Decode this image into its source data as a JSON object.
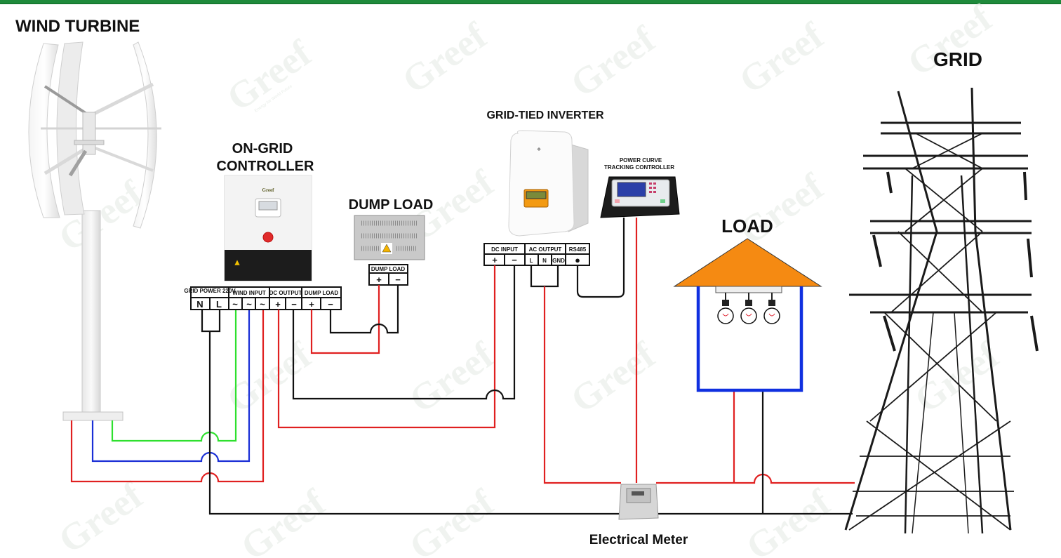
{
  "header": {
    "accent_color": "#1f8a3b"
  },
  "labels": {
    "wind_turbine": "WIND TURBINE",
    "grid": "GRID",
    "on_grid_controller_line1": "ON-GRID",
    "on_grid_controller_line2": "CONTROLLER",
    "dump_load": "DUMP LOAD",
    "grid_tied_inverter": "GRID-TIED INVERTER",
    "power_curve_line1": "POWER CURVE",
    "power_curve_line2": "TRACKING CONTROLLER",
    "load": "LOAD",
    "electrical_meter": "Electrical Meter"
  },
  "watermark": {
    "text": "Greef",
    "tagline": "Energy for World Future"
  },
  "controller_terminals": {
    "groups": [
      {
        "label": "GRID POWER 220V",
        "terminals": [
          "N",
          "L"
        ]
      },
      {
        "label": "WIND INPUT",
        "terminals": [
          "~",
          "~",
          "~"
        ]
      },
      {
        "label": "DC OUTPUT",
        "terminals": [
          "+",
          "−"
        ]
      },
      {
        "label": "DUMP LOAD",
        "terminals": [
          "+",
          "−"
        ]
      }
    ]
  },
  "dump_load_terminals": {
    "label": "DUMP LOAD",
    "terminals": [
      "+",
      "−"
    ]
  },
  "inverter_terminals": {
    "groups": [
      {
        "label": "DC INPUT",
        "terminals": [
          "+",
          "−"
        ]
      },
      {
        "label": "AC OUTPUT",
        "terminals": [
          "L",
          "N",
          "GND"
        ]
      },
      {
        "label": "RS485",
        "terminals": [
          "●"
        ]
      }
    ]
  },
  "controller_device": {
    "brand": "Greef"
  },
  "wire_colors": {
    "phase_a": "#e02020",
    "phase_b": "#1a2fd6",
    "phase_c": "#2ee02e",
    "positive": "#e02020",
    "negative": "#111111",
    "load_bus": "#1030e0",
    "roof": "#f58a12"
  }
}
